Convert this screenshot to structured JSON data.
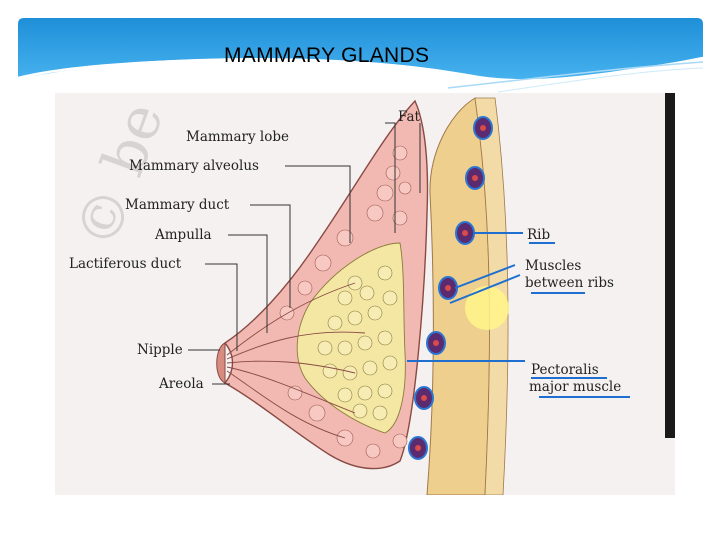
{
  "slide": {
    "title": "MAMMARY GLANDS"
  },
  "diagram": {
    "watermark": "© be",
    "labels": {
      "fat": "Fat",
      "mammary_lobe": "Mammary lobe",
      "mammary_alveolus": "Mammary alveolus",
      "mammary_duct": "Mammary duct",
      "ampulla": "Ampulla",
      "lactiferous_duct": "Lactiferous duct",
      "nipple": "Nipple",
      "areola": "Areola",
      "rib": "Rib",
      "muscles_line1": "Muscles",
      "muscles_line2": "between ribs",
      "pectoralis_line1": "Pectoralis",
      "pectoralis_line2": "major muscle"
    }
  },
  "colors": {
    "banner": "#2a9be0",
    "breast_tissue": "#f2b9b2",
    "glandular": "#f3e7a3",
    "muscle": "#efcf8d",
    "rib": "#5b2a6f",
    "pen_marks": "#1f6fd1",
    "highlight": "#fff48a"
  }
}
